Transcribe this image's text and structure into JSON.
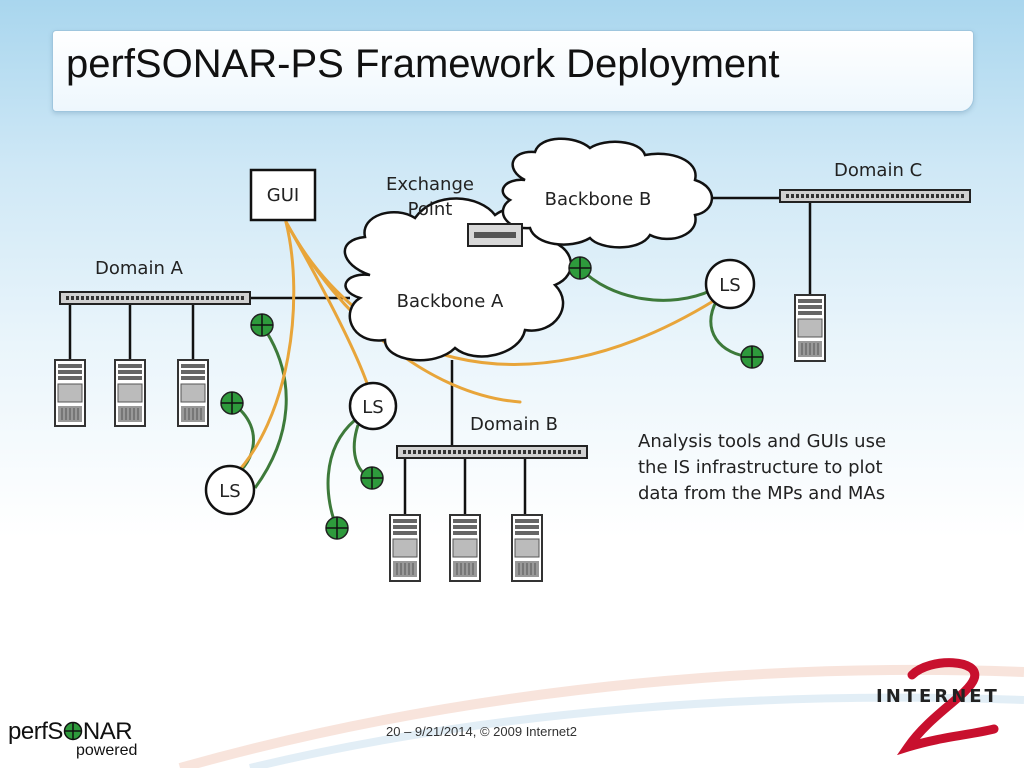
{
  "slide": {
    "title": "perfSONAR-PS Framework Deployment",
    "footer": "20 – 9/21/2014, © 2009 Internet2"
  },
  "diagram": {
    "gui_label": "GUI",
    "exchange_point_lines": [
      "Exchange",
      "Point"
    ],
    "backbone_a": "Backbone A",
    "backbone_b": "Backbone B",
    "domain_a": "Domain A",
    "domain_b": "Domain B",
    "domain_c": "Domain C",
    "ls_label": "LS",
    "caption_lines": [
      "Analysis tools and GUIs use",
      "the IS infrastructure to plot",
      "data from the MPs and MAs"
    ]
  },
  "logos": {
    "perfsonar_pre": "perfS",
    "perfsonar_post": "NAR",
    "perfsonar_sub": "powered",
    "internet2": "INTERNET"
  },
  "colors": {
    "orange_link": "#e8a53a",
    "green_link": "#3d7a3a",
    "mp_green": "#2e9a3c",
    "i2_red": "#c8102e"
  }
}
